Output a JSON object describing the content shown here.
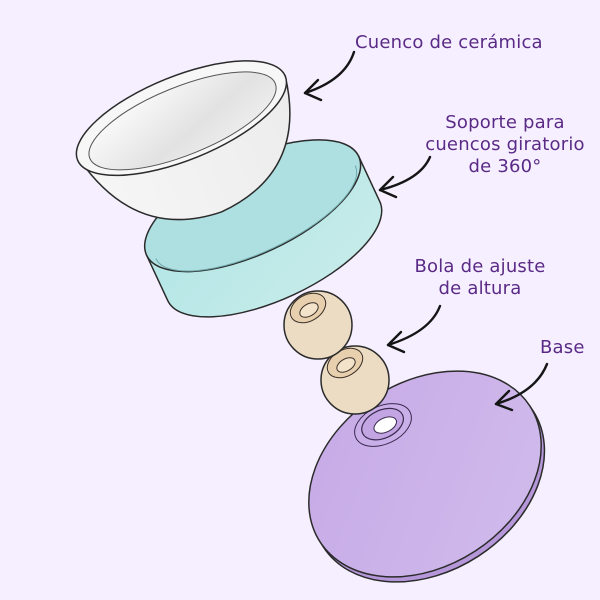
{
  "diagram": {
    "type": "exploded-product-view",
    "background_color": "#f5efff",
    "label_color": "#5a2a86",
    "parts": [
      {
        "id": "bowl",
        "label": "Cuenco de cerámica",
        "color": "#f0f0f0"
      },
      {
        "id": "holder",
        "label": "Soporte para\ncuencos giratorio\nde 360°",
        "color": "#bde8e8"
      },
      {
        "id": "ball",
        "label": "Bola de ajuste\nde altura",
        "color": "#eddcc4",
        "count": 2
      },
      {
        "id": "base",
        "label": "Base",
        "color": "#c8aee8"
      }
    ]
  },
  "labels": {
    "bowl": "Cuenco de cerámica",
    "holder": "Soporte para\ncuencos giratorio\nde 360°",
    "ball": "Bola de ajuste\nde altura",
    "base": "Base"
  }
}
